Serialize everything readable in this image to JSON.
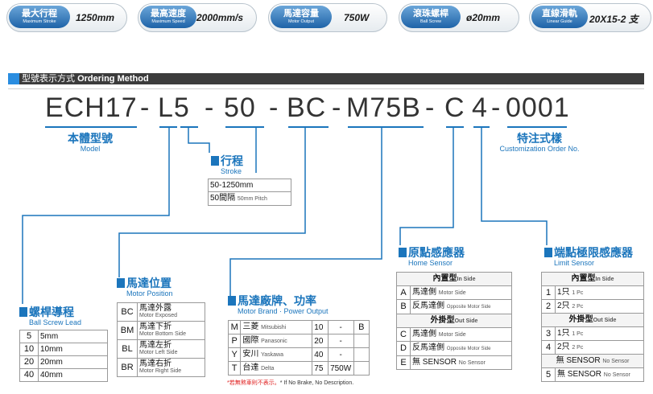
{
  "specs": [
    {
      "label": "最大行程",
      "sub": "Maximum Stroke",
      "value": "1250mm"
    },
    {
      "label": "最高速度",
      "sub": "Maximum Speed",
      "value": "2000mm/s"
    },
    {
      "label": "馬達容量",
      "sub": "Motor Output",
      "value": "750W"
    },
    {
      "label": "滾珠螺桿",
      "sub": "Ball Screw",
      "value": "ø20mm"
    },
    {
      "label": "直線滑軌",
      "sub": "Linear Guide",
      "value": "20X15-2 支"
    }
  ],
  "ordering": {
    "zh": "型號表示方式",
    "en": "Ordering Method"
  },
  "code": {
    "p1": "ECH17",
    "p2": "L5",
    "p3": "50",
    "p4": "BC",
    "p5": "M75B",
    "p6": "C",
    "p7": "4",
    "p8": "0001",
    "dash": "-"
  },
  "model": {
    "zh": "本體型號",
    "en": "Model"
  },
  "custom": {
    "zh": "特注式樣",
    "en": "Customization Order No."
  },
  "stroke": {
    "zh": "行程",
    "en": "Stroke",
    "rows": [
      {
        "main": "50-1250mm",
        "sub": ""
      },
      {
        "main": "50間隔",
        "sub": "50mm Pitch"
      }
    ]
  },
  "lead": {
    "zh": "螺桿導程",
    "en": "Ball Screw Lead",
    "rows": [
      {
        "code": "5",
        "val": "5mm"
      },
      {
        "code": "10",
        "val": "10mm"
      },
      {
        "code": "20",
        "val": "20mm"
      },
      {
        "code": "40",
        "val": "40mm"
      }
    ]
  },
  "motor_pos": {
    "zh": "馬達位置",
    "en": "Motor Position",
    "rows": [
      {
        "code": "BC",
        "zh": "馬達外露",
        "en": "Motor Exposed"
      },
      {
        "code": "BM",
        "zh": "馬達下折",
        "en": "Motor Bottom Side"
      },
      {
        "code": "BL",
        "zh": "馬達左折",
        "en": "Motor Left Side"
      },
      {
        "code": "BR",
        "zh": "馬達右折",
        "en": "Motor Right Side"
      }
    ]
  },
  "motor_brand": {
    "zh": "馬達廠牌、功率",
    "en": "Motor Brand · Power Output",
    "rows": [
      {
        "code": "M",
        "zh": "三菱",
        "en": "Mitsubishi",
        "pw": "10",
        "pw2": "-",
        "b": "B"
      },
      {
        "code": "P",
        "zh": "國際",
        "en": "Panasonic",
        "pw": "20",
        "pw2": "-",
        "b": ""
      },
      {
        "code": "Y",
        "zh": "安川",
        "en": "Yaskawa",
        "pw": "40",
        "pw2": "-",
        "b": ""
      },
      {
        "code": "T",
        "zh": "台達",
        "en": "Delta",
        "pw": "75",
        "pw2": "750W",
        "b": ""
      }
    ],
    "note_zh": "*若無煞車則不表示。",
    "note_en": "* If No Brake, No Description."
  },
  "home": {
    "zh": "原點感應器",
    "en": "Home Sensor",
    "in_zh": "內置型",
    "in_en": "In Side",
    "out_zh": "外掛型",
    "out_en": "Out Side",
    "rows_in": [
      {
        "code": "A",
        "zh": "馬達側",
        "en": "Motor Side"
      },
      {
        "code": "B",
        "zh": "反馬達側",
        "en": "Opposite Motor Side"
      }
    ],
    "rows_out": [
      {
        "code": "C",
        "zh": "馬達側",
        "en": "Motor Side"
      },
      {
        "code": "D",
        "zh": "反馬達側",
        "en": "Opposite Motor Side"
      }
    ],
    "none": {
      "code": "E",
      "zh": "無 SENSOR",
      "en": "No Sensor"
    }
  },
  "limit": {
    "zh": "端點極限感應器",
    "en": "Limit Sensor",
    "in_zh": "內置型",
    "in_en": "In Side",
    "out_zh": "外掛型",
    "out_en": "Out Side",
    "rows_in": [
      {
        "code": "1",
        "zh": "1只",
        "en": "1 Pc"
      },
      {
        "code": "2",
        "zh": "2只",
        "en": "2 Pc"
      }
    ],
    "rows_out": [
      {
        "code": "3",
        "zh": "1只",
        "en": "1 Pc"
      },
      {
        "code": "4",
        "zh": "2只",
        "en": "2 Pc"
      }
    ],
    "none_in": {
      "zh": "無 SENSOR",
      "en": "No Sensor"
    },
    "none": {
      "code": "5",
      "zh": "無 SENSOR",
      "en": "No Sensor"
    }
  },
  "colors": {
    "accent": "#1b75bc",
    "bar": "#3c3c3c",
    "note": "#e02020"
  }
}
